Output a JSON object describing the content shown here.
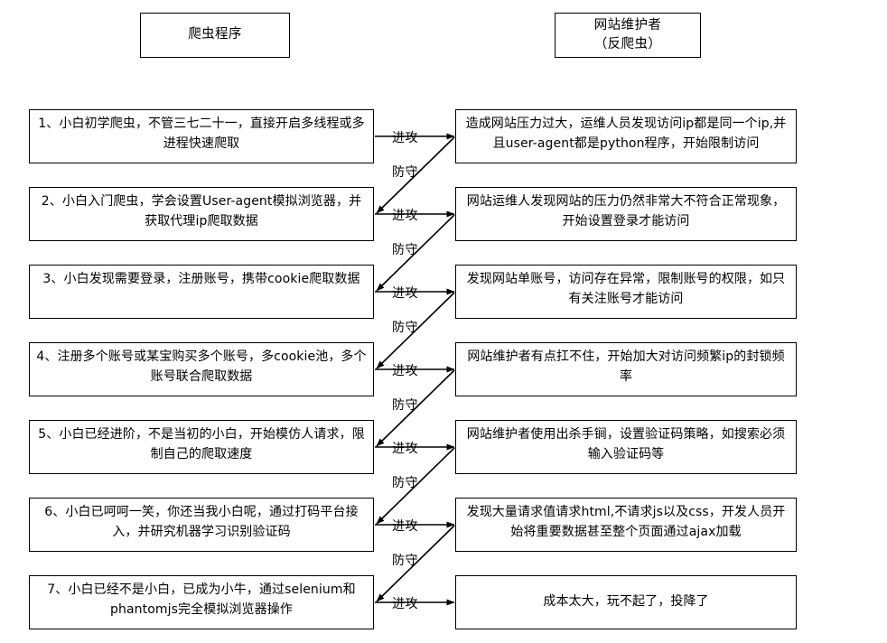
{
  "headers": {
    "crawler": {
      "line1": "爬虫程序"
    },
    "defender": {
      "line1": "网站维护者",
      "line2": "（反爬虫）"
    }
  },
  "connector_labels": {
    "attack": "进攻",
    "defend": "防守"
  },
  "rows": [
    {
      "index": 1,
      "left": "1、小白初学爬虫，不管三七二十一，直接开启多线程或多进程快速爬取",
      "right": "造成网站压力过大，运维人员发现访问ip都是同一个ip,并且user-agent都是python程序，开始限制访问",
      "attack_label": "进攻",
      "defend_label": "防守"
    },
    {
      "index": 2,
      "left": "2、小白入门爬虫，学会设置User-agent模拟浏览器，并获取代理ip爬取数据",
      "right": "网站运维人发现网站的压力仍然非常大不符合正常现象，开始设置登录才能访问",
      "attack_label": "进攻",
      "defend_label": "防守"
    },
    {
      "index": 3,
      "left": "3、小白发现需要登录，注册账号，携带cookie爬取数据",
      "right": "发现网站单账号，访问存在异常，限制账号的权限，如只有关注账号才能访问",
      "attack_label": "进攻",
      "defend_label": "防守"
    },
    {
      "index": 4,
      "left": "4、注册多个账号或某宝购买多个账号，多cookie池，多个账号联合爬取数据",
      "right": "网站维护者有点扛不住，开始加大对访问频繁ip的封锁频率",
      "attack_label": "进攻",
      "defend_label": "防守"
    },
    {
      "index": 5,
      "left": "5、小白已经进阶，不是当初的小白，开始模仿人请求，限制自己的爬取速度",
      "right": "网站维护者使用出杀手锏，设置验证码策略，如搜索必须输入验证码等",
      "attack_label": "进攻",
      "defend_label": "防守"
    },
    {
      "index": 6,
      "left": "6、小白已呵呵一笑，你还当我小白呢，通过打码平台接入，并研究机器学习识别验证码",
      "right": "发现大量请求值请求html,不请求js以及css，开发人员开始将重要数据甚至整个页面通过ajax加载",
      "attack_label": "进攻",
      "defend_label": "防守"
    },
    {
      "index": 7,
      "left": "7、小白已经不是小白，已成为小牛，通过selenium和phantomjs完全模拟浏览器操作",
      "right": "成本太大，玩不起了，投降了",
      "attack_label": "进攻",
      "defend_label": ""
    }
  ],
  "colors": {
    "stroke": "#000000",
    "background": "#ffffff",
    "text": "#000000"
  }
}
